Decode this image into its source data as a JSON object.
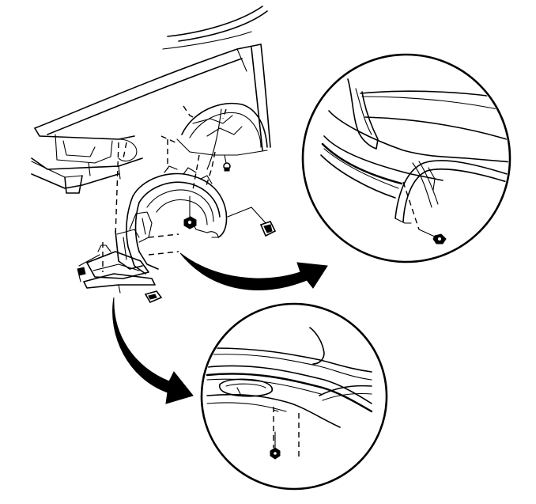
{
  "diagram": {
    "style": "line-art",
    "colors": {
      "ink": "#000000",
      "paper": "#ffffff"
    },
    "parts": [
      "fender",
      "wheelhouse-liner",
      "bumper-fascia",
      "bolt",
      "push-retainer",
      "clip"
    ],
    "detail_views": 2
  }
}
